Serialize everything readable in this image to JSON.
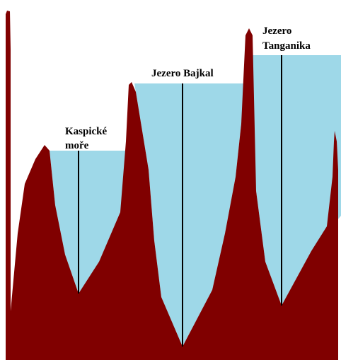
{
  "colors": {
    "terrain": "#800000",
    "water": "#9ed8e8",
    "depth_line": "#000000",
    "background": "#ffffff"
  },
  "lakes": [
    {
      "id": "kaspicke-more",
      "label_lines": [
        "Kaspické",
        "moře"
      ]
    },
    {
      "id": "jezero-bajkal",
      "label_lines": [
        "Jezero Bajkal"
      ]
    },
    {
      "id": "jezero-tanganika",
      "label_lines": [
        "Jezero",
        "Tanganika"
      ]
    }
  ]
}
